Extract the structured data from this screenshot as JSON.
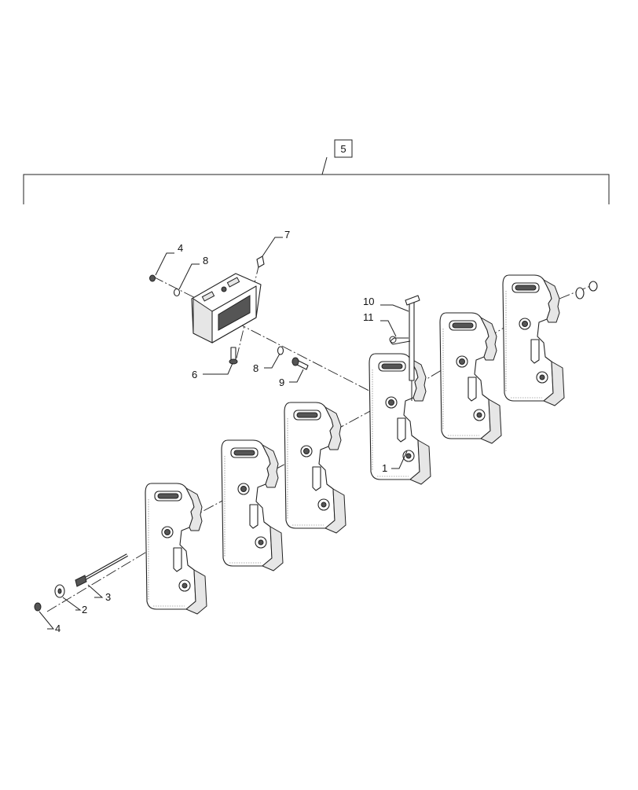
{
  "diagram": {
    "assembly_callout": "5",
    "callouts": [
      "4",
      "8",
      "7",
      "6",
      "8",
      "9",
      "10",
      "11",
      "1",
      "3",
      "2",
      "4"
    ]
  }
}
